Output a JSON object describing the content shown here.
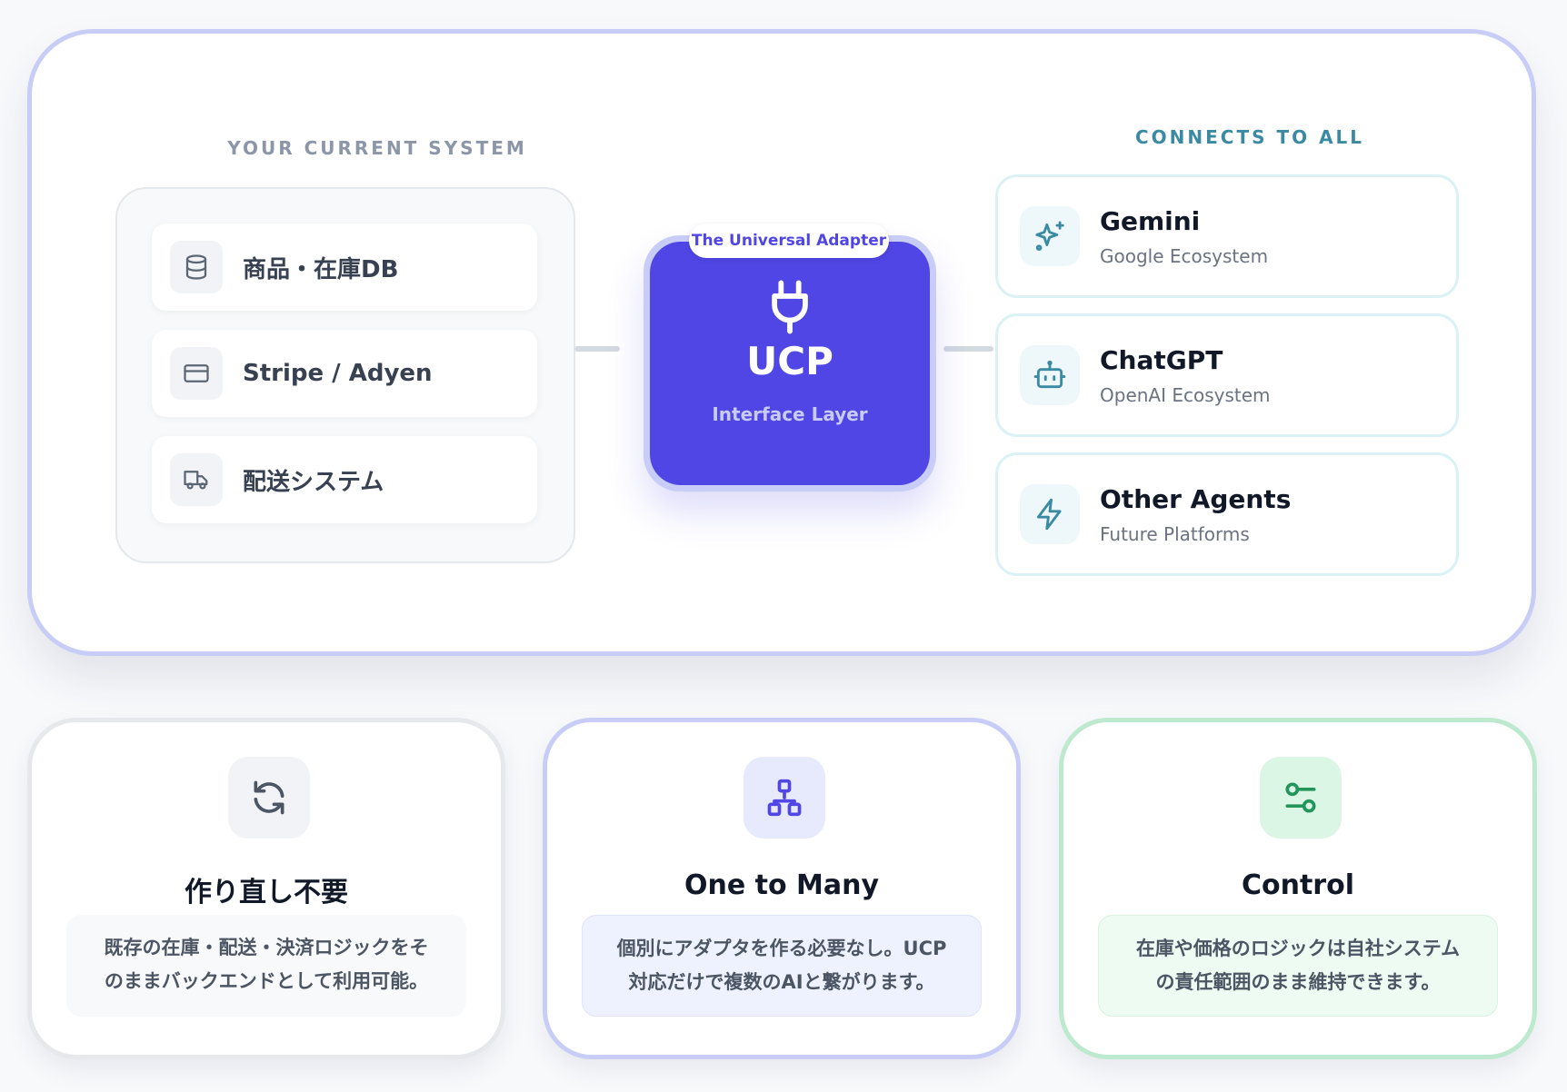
{
  "system": {
    "title": "YOUR CURRENT SYSTEM",
    "items": [
      {
        "label": "商品・在庫DB",
        "icon": "database-icon"
      },
      {
        "label": "Stripe / Adyen",
        "icon": "credit-card-icon"
      },
      {
        "label": "配送システム",
        "icon": "truck-icon"
      }
    ]
  },
  "adapter": {
    "badge": "The Universal Adapter",
    "title": "UCP",
    "subtitle": "Interface Layer",
    "icon": "plug-icon",
    "color": "#4f46e5"
  },
  "agents": {
    "title": "CONNECTS TO ALL",
    "items": [
      {
        "name": "Gemini",
        "ecosystem": "Google Ecosystem",
        "icon": "sparkle-icon"
      },
      {
        "name": "ChatGPT",
        "ecosystem": "OpenAI Ecosystem",
        "icon": "bot-icon"
      },
      {
        "name": "Other Agents",
        "ecosystem": "Future Platforms",
        "icon": "lightning-icon"
      }
    ],
    "accent": "#3b8aa3"
  },
  "features": [
    {
      "title": "作り直し不要",
      "desc_line1": "既存の在庫・配送・決済ロジックをそ",
      "desc_line2": "のままバックエンドとして利用可能。",
      "icon": "refresh-icon"
    },
    {
      "title": "One to Many",
      "desc_line1": "個別にアダプタを作る必要なし。UCP",
      "desc_line2": "対応だけで複数のAIと繋がります。",
      "icon": "network-icon"
    },
    {
      "title": "Control",
      "desc_line1": "在庫や価格のロジックは自社システム",
      "desc_line2": "の責任範囲のまま維持できます。",
      "icon": "sliders-icon"
    }
  ]
}
